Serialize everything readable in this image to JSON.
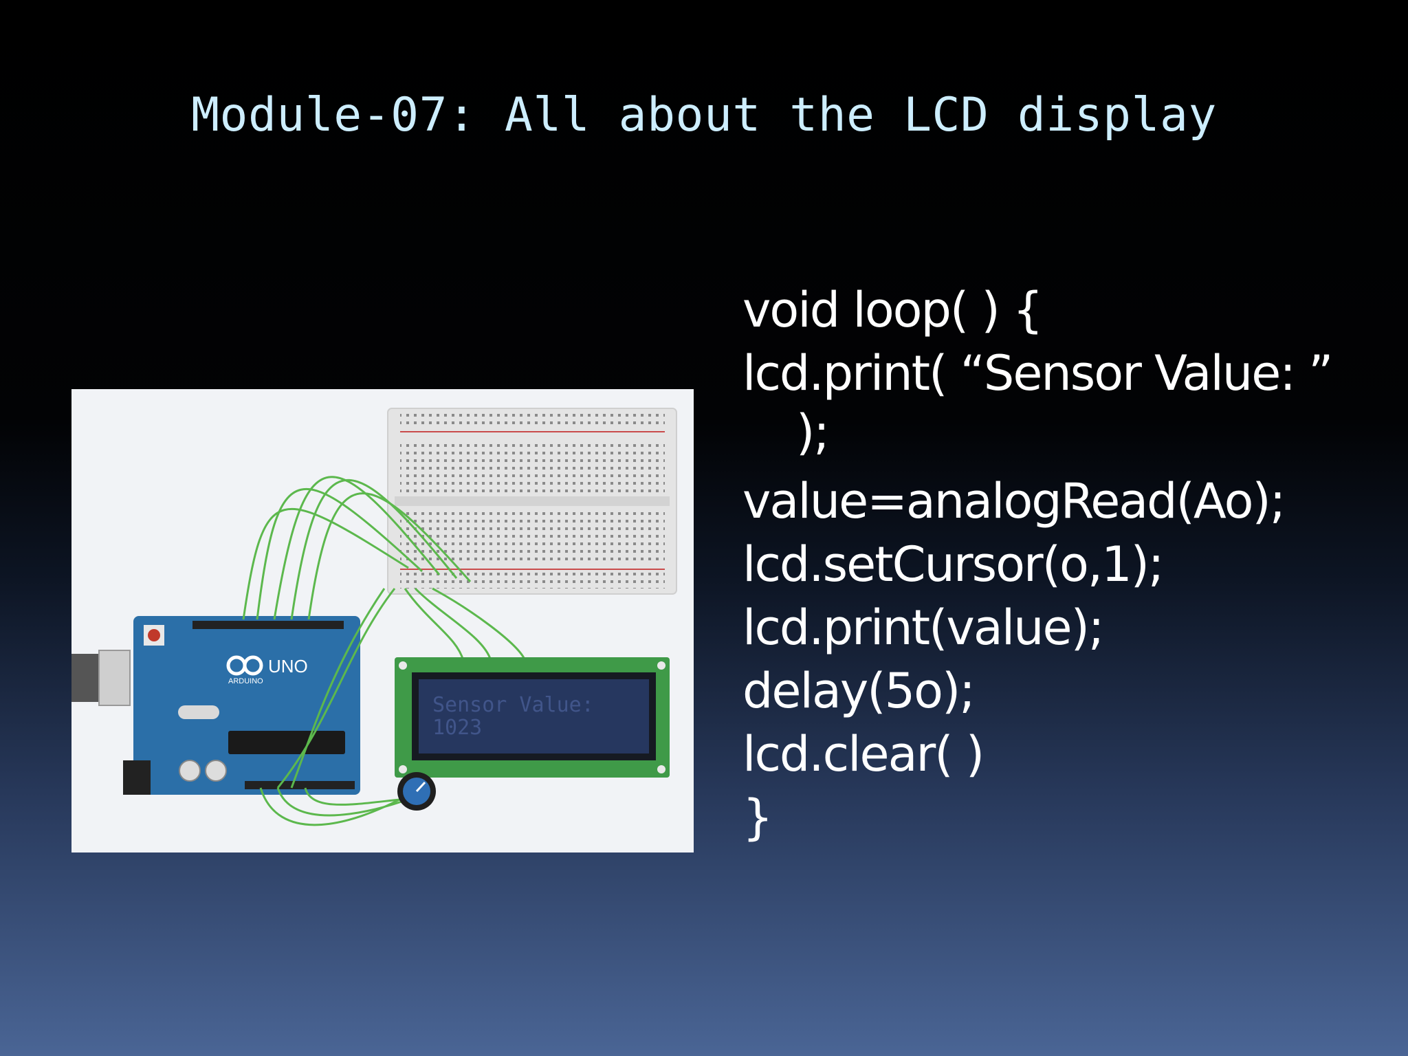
{
  "slide": {
    "title": "Module-07: All about the LCD display"
  },
  "circuit": {
    "board_logo": "UNO",
    "board_brand": "ARDUINO",
    "lcd_line1": "Sensor Value:",
    "lcd_line2": "1023"
  },
  "code": {
    "lines": [
      "void loop( ) {",
      "lcd.print( “Sensor Value: ”",
      ");",
      "value=analogRead(Ao);",
      "lcd.setCursor(o,1);",
      "lcd.print(value);",
      "delay(5o);",
      "lcd.clear( )",
      "}"
    ]
  },
  "colors": {
    "title": "#cdeeff",
    "code_text": "#ffffff",
    "board": "#2b6fa8",
    "wire": "#5cb84d",
    "lcd_frame": "#3f9a48",
    "lcd_screen": "#26375f"
  }
}
